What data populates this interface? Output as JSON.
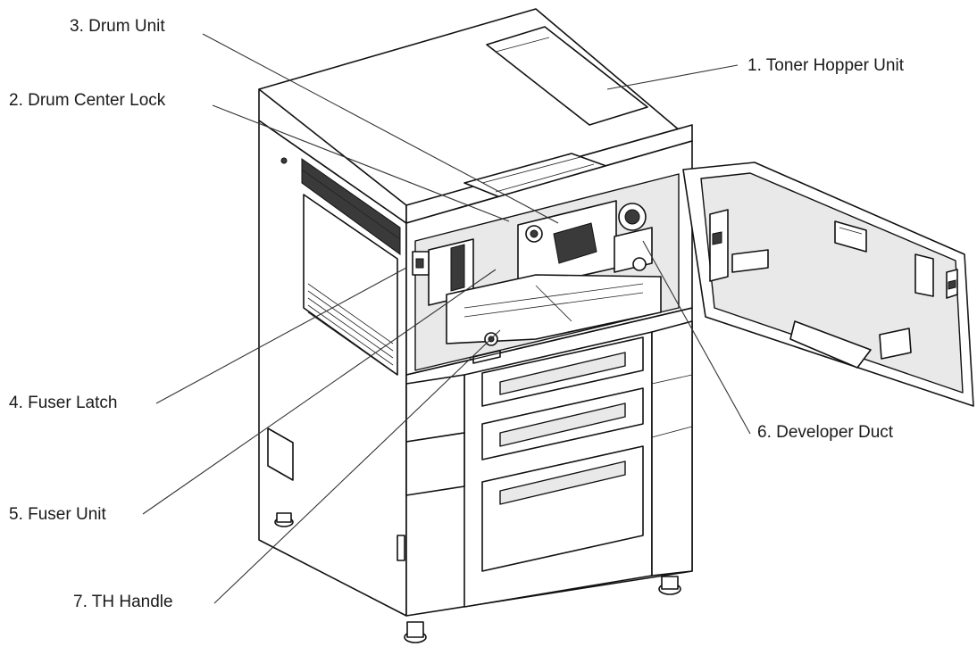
{
  "labels": [
    {
      "id": "toner-hopper-unit",
      "text": "1. Toner Hopper Unit"
    },
    {
      "id": "drum-center-lock",
      "text": "2. Drum Center Lock"
    },
    {
      "id": "drum-unit",
      "text": "3. Drum Unit"
    },
    {
      "id": "fuser-latch",
      "text": "4. Fuser Latch"
    },
    {
      "id": "fuser-unit",
      "text": "5. Fuser Unit"
    },
    {
      "id": "developer-duct",
      "text": "6. Developer Duct"
    },
    {
      "id": "th-handle",
      "text": "7. TH Handle"
    }
  ]
}
